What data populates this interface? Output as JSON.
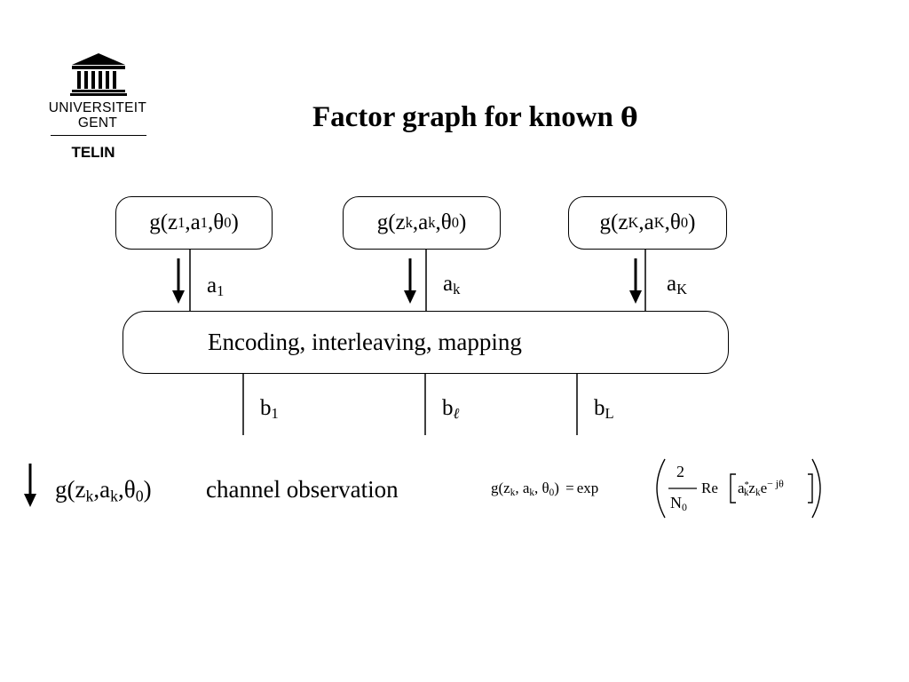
{
  "logo": {
    "line1": "UNIVERSITEIT",
    "line2": "GENT",
    "dept": "TELIN"
  },
  "title": {
    "text": "Factor graph for known",
    "symbol": "θ"
  },
  "factor_nodes": [
    {
      "base": "g(z",
      "sub1": "1",
      "mid": ",a",
      "sub2": "1",
      "tail": ",θ",
      "sub3": "0",
      "close": ")"
    },
    {
      "base": "g(z",
      "sub1": "k",
      "mid": ",a",
      "sub2": "k",
      "tail": ",θ",
      "sub3": "0",
      "close": ")"
    },
    {
      "base": "g(z",
      "sub1": "K",
      "mid": ",a",
      "sub2": "K",
      "tail": ",θ",
      "sub3": "0",
      "close": ")"
    }
  ],
  "a_edges": [
    {
      "base": "a",
      "sub": "1"
    },
    {
      "base": "a",
      "sub": "k"
    },
    {
      "base": "a",
      "sub": "K"
    }
  ],
  "encoder": {
    "label": "Encoding, interleaving, mapping"
  },
  "b_edges": [
    {
      "base": "b",
      "sub": "1"
    },
    {
      "base": "b",
      "sub": "ℓ"
    },
    {
      "base": "b",
      "sub": "L"
    }
  ],
  "legend": {
    "label": {
      "base": "g(z",
      "sub1": "k",
      "mid": ",a",
      "sub2": "k",
      "tail": ",θ",
      "sub3": "0",
      "close": ")"
    },
    "description": "channel observation"
  },
  "formula": {
    "lhs": "g(z",
    "lhs_sub1": "k",
    "lhs_sep1": ", a",
    "lhs_sub2": "k",
    "lhs_sep2": ", θ",
    "lhs_sub3": "0",
    "lhs_close": ")",
    "equals": "=",
    "exp": "exp",
    "numerator": "2",
    "denominator": "N",
    "denominator_sub": "0",
    "re": "Re",
    "a": "a",
    "a_sub": "k",
    "a_sup": "*",
    "z": "z",
    "z_sub": "k",
    "e": "e",
    "e_sup": "− jθ"
  }
}
